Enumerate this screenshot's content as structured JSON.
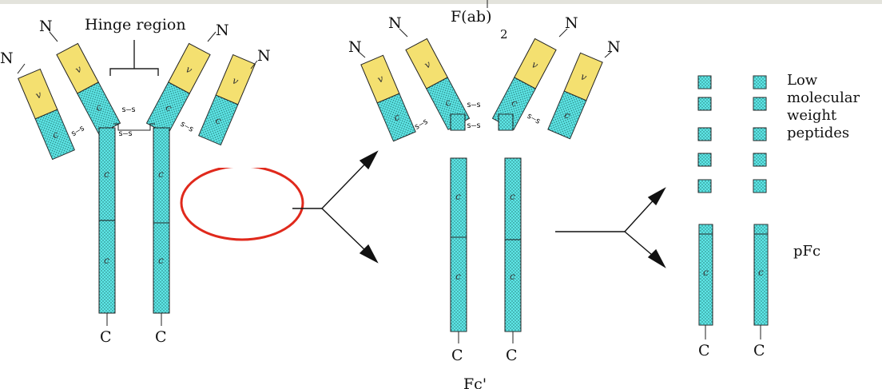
{
  "labels": {
    "n_terminal": "N",
    "c_terminal": "C",
    "hinge_region": "Hinge region",
    "f_ab_2": "F(ab)",
    "f_ab_2_subscript": "2",
    "fc_prime": "Fc'",
    "low_molecular_weight_peptides": [
      "Low",
      "molecular",
      "weight",
      "peptides"
    ],
    "pfc": "pFc"
  },
  "domain_labels": {
    "variable": "v",
    "constant": "c"
  },
  "disulfide_label": "s—s",
  "colors": {
    "variable_domain": "#f4e070",
    "constant_domain": "#5ee6e6",
    "outline": "#222222",
    "highlight_ellipse": "#e0291c",
    "arrow": "#111111",
    "top_strip": "#e3e3dc"
  }
}
